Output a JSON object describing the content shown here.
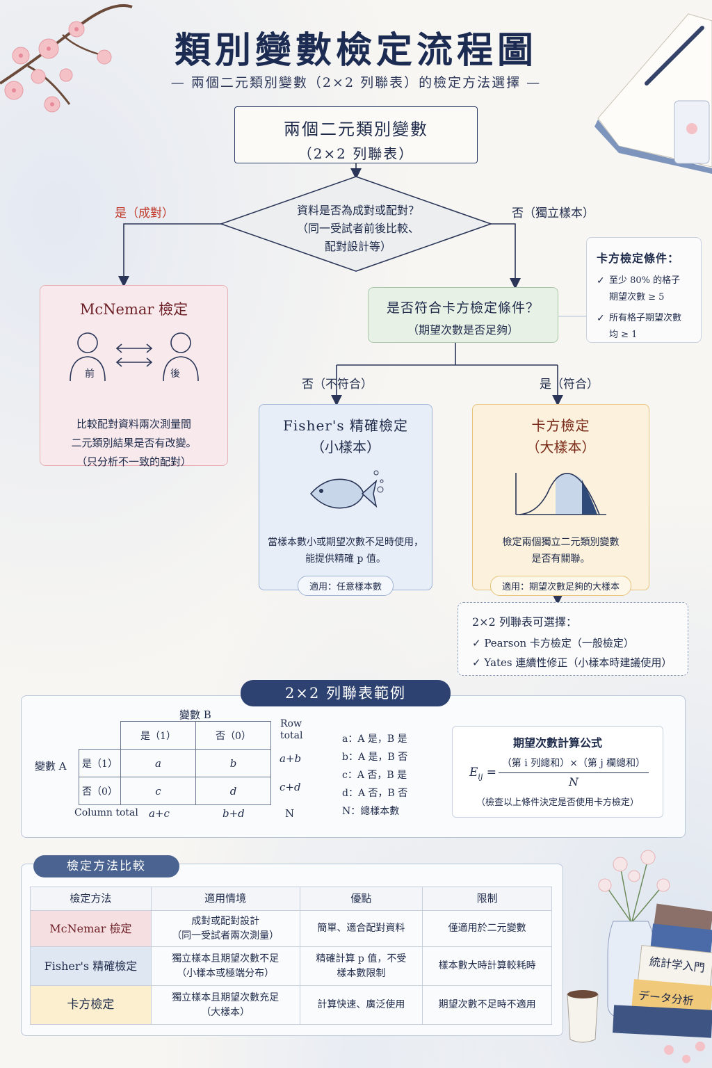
{
  "title": "類別變數檢定流程圖",
  "subtitle": "— 兩個二元類別變數（2×2 列聯表）的檢定方法選擇 —",
  "start": {
    "line1": "兩個二元類別變數",
    "line2": "（2×2 列聯表）"
  },
  "decision": {
    "line1": "資料是否為成對或配對？",
    "line2": "（同一受試者前後比較、",
    "line3": "配對設計等）"
  },
  "branch_yes": "是（成對）",
  "branch_no": "否（獨立樣本）",
  "mcnemar": {
    "title": "McNemar 檢定",
    "before_label": "前",
    "after_label": "後",
    "desc1": "比較配對資料兩次測量間",
    "desc2": "二元類別結果是否有改變。",
    "desc3": "（只分析不一致的配對）"
  },
  "chi_condition": {
    "line1": "是否符合卡方檢定條件？",
    "line2": "（期望次數是否足夠）"
  },
  "condition_note": {
    "title": "卡方檢定條件：",
    "item1a": "至少 80% 的格子",
    "item1b": "期望次數 ≥ 5",
    "item2a": "所有格子期望次數",
    "item2b": "均 ≥ 1"
  },
  "branch_not_meet": "否（不符合）",
  "branch_meet": "是（符合）",
  "fisher": {
    "title1": "Fisher's 精確檢定",
    "title2": "（小樣本）",
    "desc1": "當樣本數小或期望次數不足時使用，",
    "desc2": "能提供精確 p 值。",
    "pill": "適用：任意樣本數"
  },
  "chi": {
    "title1": "卡方檢定",
    "title2": "（大樣本）",
    "desc1": "檢定兩個獨立二元類別變數",
    "desc2": "是否有關聯。",
    "pill": "適用：期望次數足夠的大樣本"
  },
  "choice": {
    "title": "2×2 列聯表可選擇：",
    "item1": "✓ Pearson 卡方檢定（一般檢定）",
    "item2": "✓ Yates 連續性修正（小樣本時建議使用）"
  },
  "ct_banner": "2×2 列聯表範例",
  "contingency": {
    "var_b": "變數 B",
    "var_a": "變數 A",
    "col_yes": "是（1）",
    "col_no": "否（0）",
    "row_total_1": "Row",
    "row_total_2": "total",
    "row_yes": "是（1）",
    "row_no": "否（0）",
    "a": "a",
    "b": "b",
    "c": "c",
    "d": "d",
    "apb": "a+b",
    "cpd": "c+d",
    "col_total": "Column total",
    "apc": "a+c",
    "bpd": "b+d",
    "n": "N"
  },
  "legend": {
    "a": "a：A 是，B 是",
    "b": "b：A 是，B 否",
    "c": "c：A 否，B 是",
    "d": "d：A 否，B 否",
    "n": "N：總樣本數"
  },
  "formula": {
    "title": "期望次數計算公式",
    "lhs": "E",
    "sub": "ij",
    "numerator": "（第 i 列總和）×（第 j 欄總和）",
    "denominator": "N",
    "note": "（檢查以上條件決定是否使用卡方檢定）"
  },
  "cmp_banner": "檢定方法比較",
  "compare": {
    "headers": [
      "檢定方法",
      "適用情境",
      "優點",
      "限制"
    ],
    "rows": [
      {
        "method": "McNemar 檢定",
        "scene1": "成對或配對設計",
        "scene2": "（同一受試者兩次測量）",
        "pro1": "簡單、適合配對資料",
        "pro2": "",
        "con": "僅適用於二元變數",
        "color": "#f6dfe1"
      },
      {
        "method": "Fisher's 精確檢定",
        "scene1": "獨立樣本且期望次數不足",
        "scene2": "（小樣本或極端分布）",
        "pro1": "精確計算 p 值，不受",
        "pro2": "樣本數限制",
        "con": "樣本數大時計算較耗時",
        "color": "#dfe7f3"
      },
      {
        "method": "卡方檢定",
        "scene1": "獨立樣本且期望次數充足",
        "scene2": "（大樣本）",
        "pro1": "計算快速、廣泛使用",
        "pro2": "",
        "con": "期望次數不足時不適用",
        "color": "#fbefcf"
      }
    ]
  },
  "book1": "統計学入門",
  "book2": "データ分析"
}
